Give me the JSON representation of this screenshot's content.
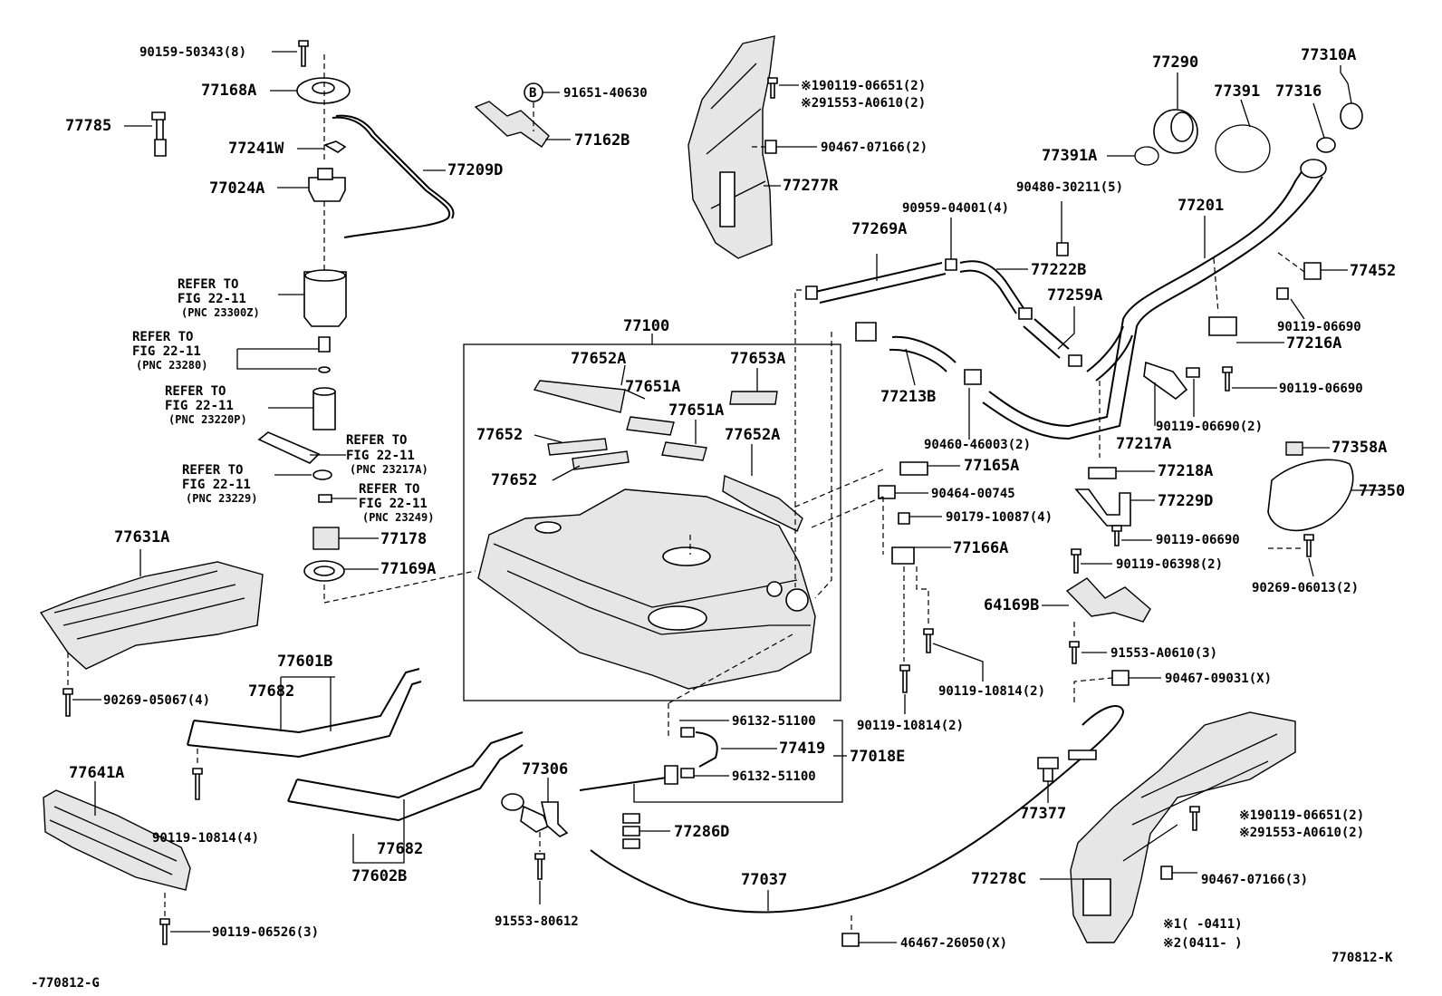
{
  "labels": {
    "p90159": "90159-50343(8)",
    "p77168A": "77168A",
    "p77785": "77785",
    "p77241W": "77241W",
    "p77024A": "77024A",
    "p77209D": "77209D",
    "ref1_a": "REFER TO",
    "ref1_b": "FIG 22-11",
    "ref1_c": "(PNC 23300Z)",
    "ref2_a": "REFER TO",
    "ref2_b": "FIG 22-11",
    "ref2_c": "(PNC 23280)",
    "ref3_a": "REFER TO",
    "ref3_b": "FIG 22-11",
    "ref3_c": "(PNC 23220P)",
    "ref4_a": "REFER TO",
    "ref4_b": "FIG 22-11",
    "ref4_c": "(PNC 23217A)",
    "ref5_a": "REFER TO",
    "ref5_b": "FIG 22-11",
    "ref5_c": "(PNC 23229)",
    "ref6_a": "REFER TO",
    "ref6_b": "FIG 22-11",
    "ref6_c": "(PNC 23249)",
    "p77178": "77178",
    "p77169A": "77169A",
    "p77631A": "77631A",
    "p90269_05067": "90269-05067(4)",
    "p77601B": "77601B",
    "p77682a": "77682",
    "p77682b": "77682",
    "p77641A": "77641A",
    "p90119_10814_4": "90119-10814(4)",
    "p77602B": "77602B",
    "p90119_06526": "90119-06526(3)",
    "code_left": "-770812-G",
    "b_circle": "B",
    "p91651": "91651-40630",
    "p77162B": "77162B",
    "p77100": "77100",
    "p77652A_1": "77652A",
    "p77651A_1": "77651A",
    "p77653A": "77653A",
    "p77651A_2": "77651A",
    "p77652_1": "77652",
    "p77652A_2": "77652A",
    "p77652_2": "77652",
    "p96132_1": "96132-51100",
    "p77419": "77419",
    "p77018E": "77018E",
    "p96132_2": "96132-51100",
    "p77306": "77306",
    "p77286D": "77286D",
    "p91553_80612": "91553-80612",
    "p77037": "77037",
    "p46467": "46467-26050(X)",
    "n1_90119": "※190119-06651(2)",
    "n2_91553": "※291553-A0610(2)",
    "p90467_07166_2": "90467-07166(2)",
    "p77277R": "77277R",
    "p90959": "90959-04001(4)",
    "p90480": "90480-30211(5)",
    "p77269A": "77269A",
    "p77222B": "77222B",
    "p77259A": "77259A",
    "p77213B": "77213B",
    "p90460": "90460-46003(2)",
    "p77165A": "77165A",
    "p90464": "90464-00745",
    "p90179": "90179-10087(4)",
    "p77166A": "77166A",
    "p64169B": "64169B",
    "p90119_10814_2a": "90119-10814(2)",
    "p90119_10814_2b": "90119-10814(2)",
    "p90467_09031": "90467-09031(X)",
    "p77377": "77377",
    "p77278C": "77278C",
    "n1b_90119": "※190119-06651(2)",
    "n2b_91553": "※291553-A0610(2)",
    "p90467_07166_3": "90467-07166(3)",
    "note1": "※1(     -0411)",
    "note2": "※2(0411-     )",
    "code_right": "770812-K",
    "p77290": "77290",
    "p77310A": "77310A",
    "p77391": "77391",
    "p77316": "77316",
    "p77391A": "77391A",
    "p77201": "77201",
    "p77452": "77452",
    "p90119_06690_a": "90119-06690",
    "p77216A": "77216A",
    "p90119_06690_b": "90119-06690",
    "p90119_06690_2": "90119-06690(2)",
    "p77217A": "77217A",
    "p77358A": "77358A",
    "p77218A": "77218A",
    "p77229D": "77229D",
    "p77350": "77350",
    "p90119_06690_c": "90119-06690",
    "p90119_06398": "90119-06398(2)",
    "p90269_06013": "90269-06013(2)",
    "p91553_A0610_3": "91553-A0610(3)"
  }
}
